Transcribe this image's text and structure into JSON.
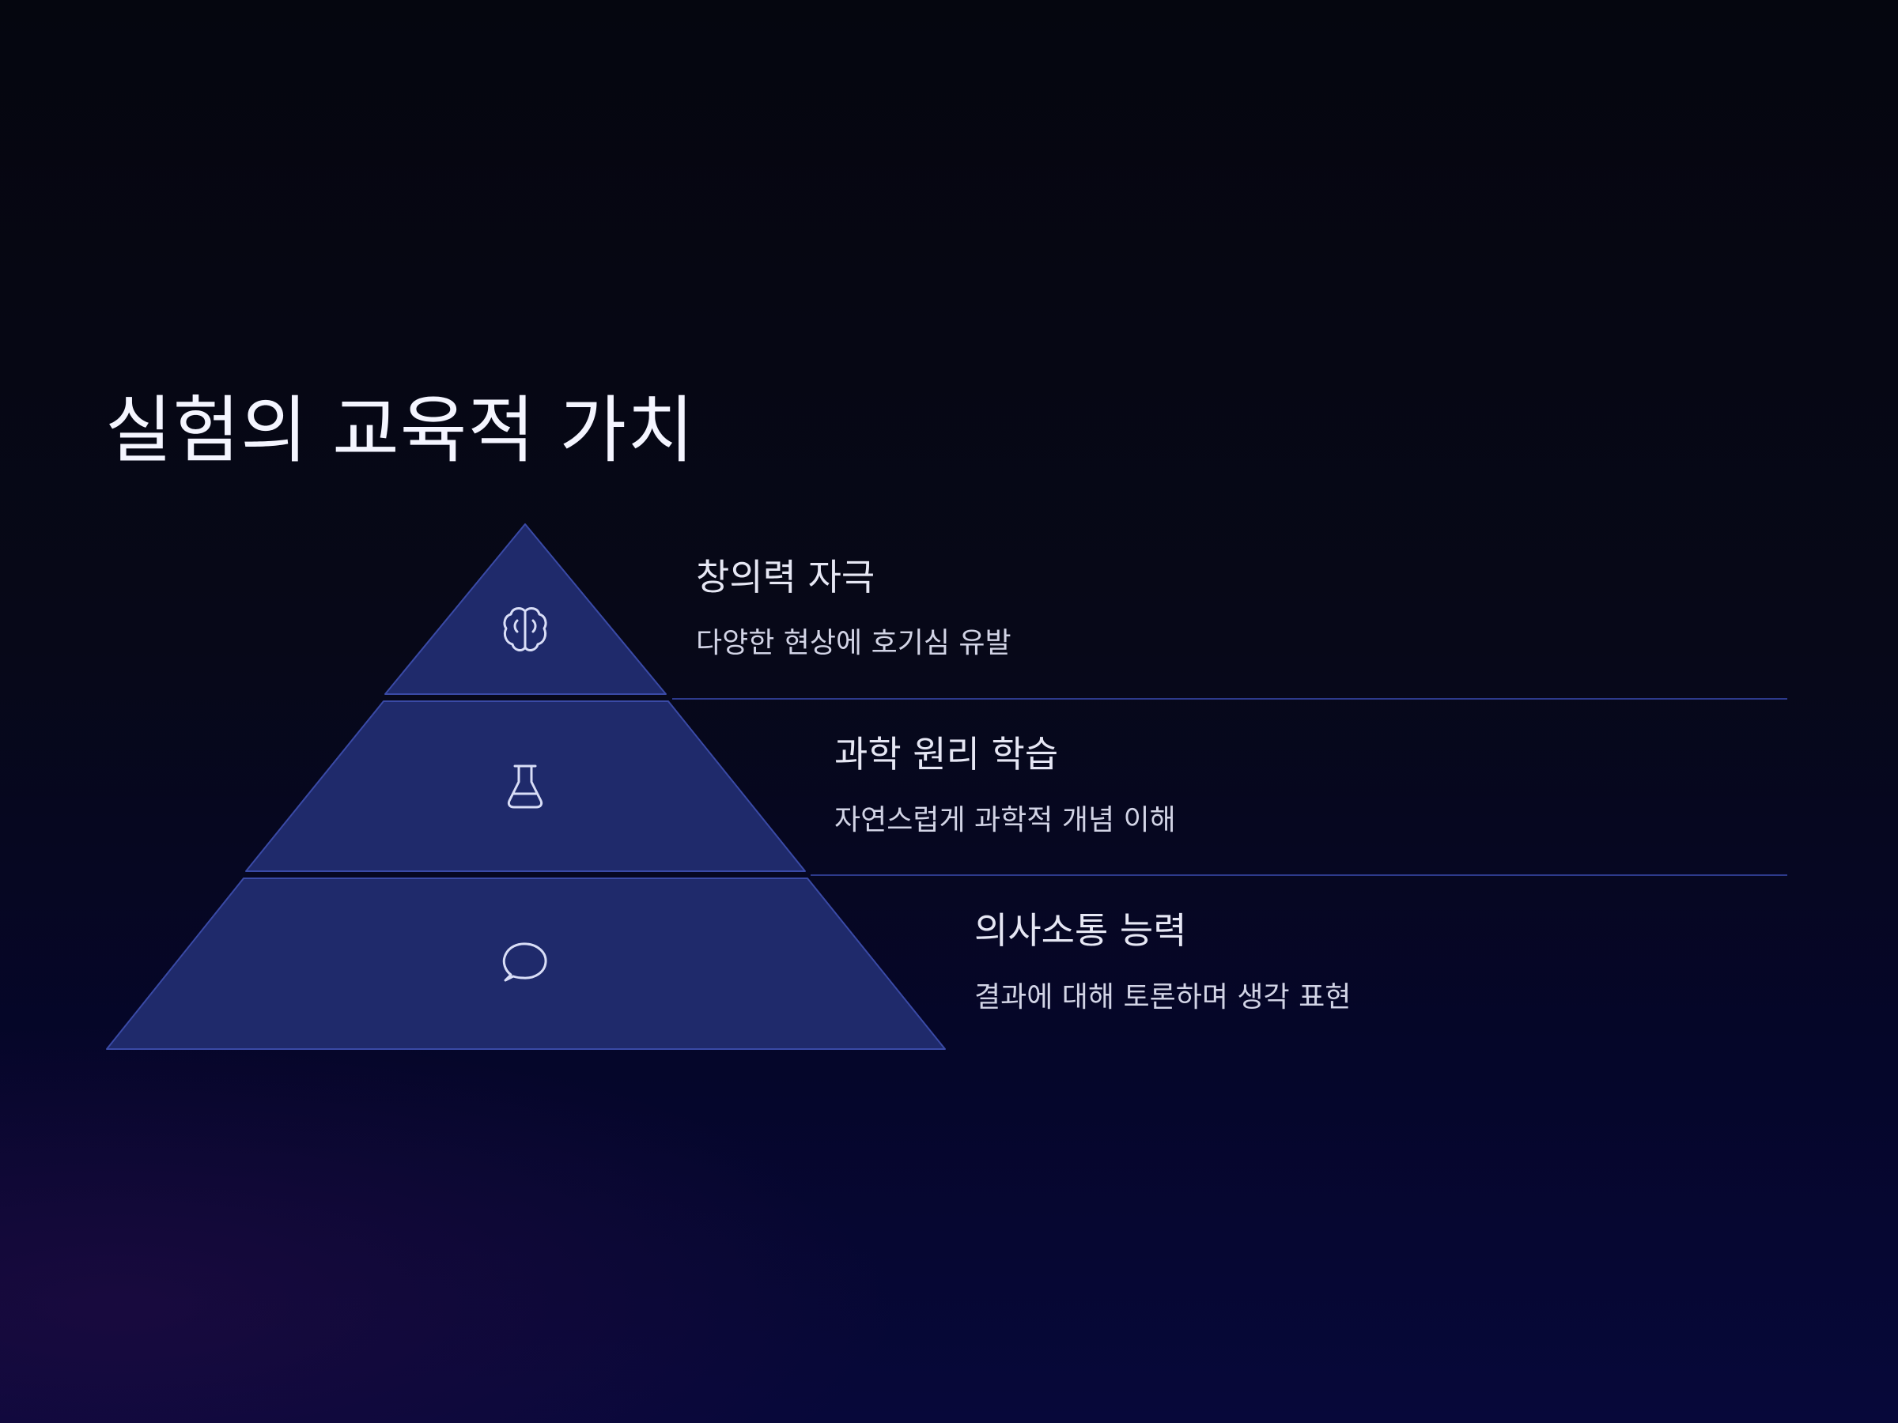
{
  "title": "실험의 교육적 가치",
  "tiers": [
    {
      "title": "창의력 자극",
      "description": "다양한 현상에 호기심 유발",
      "icon": "brain-icon"
    },
    {
      "title": "과학 원리 학습",
      "description": "자연스럽게 과학적 개념 이해",
      "icon": "flask-icon"
    },
    {
      "title": "의사소통 능력",
      "description": "결과에 대해 토론하며 생각 표현",
      "icon": "speech-bubble-icon"
    }
  ],
  "colors": {
    "tier_fill": "#1f2a6b",
    "tier_stroke": "#3a4aa6",
    "divider": "#2d3a8c",
    "icon_stroke": "#d9def7"
  }
}
